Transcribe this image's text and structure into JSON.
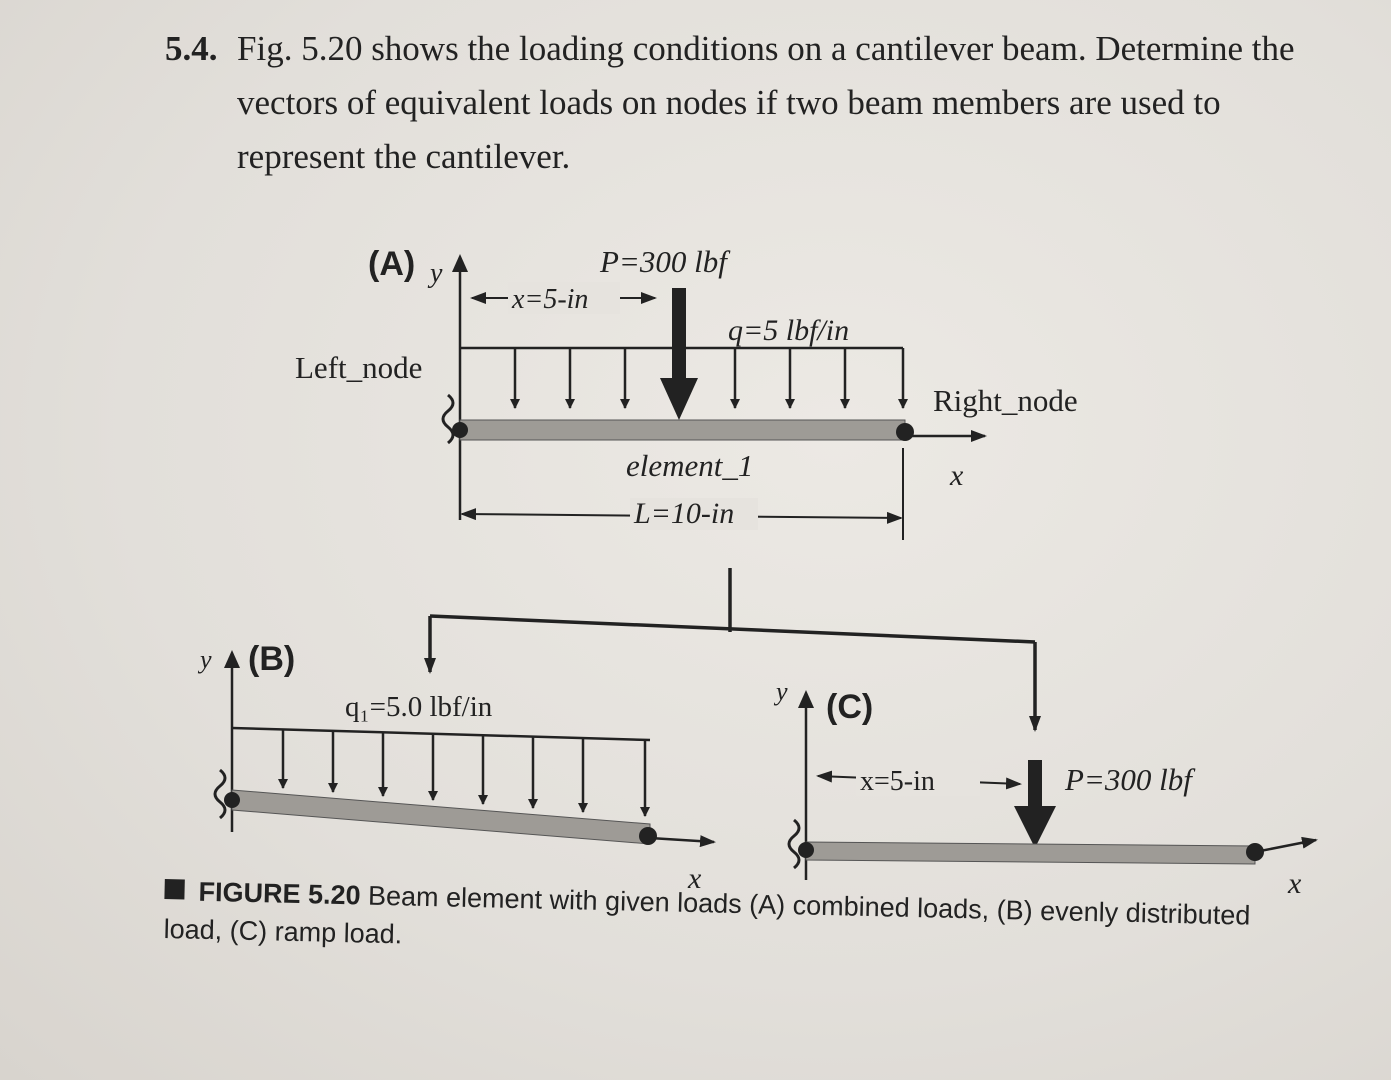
{
  "problem": {
    "number": "5.4.",
    "text": "Fig. 5.20 shows the loading conditions on a cantilever beam. Determine the vectors of equivalent loads on nodes if two beam members are used to represent the cantilever."
  },
  "figure": {
    "panel_a": {
      "label": "(A)",
      "y_axis": "y",
      "x_axis": "x",
      "point_load": "P=300 lbf",
      "load_position": "x=5-in",
      "distributed_load": "q=5 lbf/in",
      "left_node": "Left_node",
      "right_node": "Right_node",
      "element": "element_1",
      "length": "L=10-in"
    },
    "panel_b": {
      "label": "(B)",
      "y_axis": "y",
      "x_axis": "x",
      "distributed_load": "q₁=5.0 lbf/in"
    },
    "panel_c": {
      "label": "(C)",
      "y_axis": "y",
      "x_axis": "x",
      "load_position": "x=5-in",
      "point_load": "P=300 lbf"
    }
  },
  "caption": {
    "label": "FIGURE 5.20",
    "text": "Beam element with given loads (A) combined loads, (B) evenly distributed load, (C) ramp load."
  },
  "colors": {
    "beam": "#9e9b96",
    "ink": "#222222"
  }
}
